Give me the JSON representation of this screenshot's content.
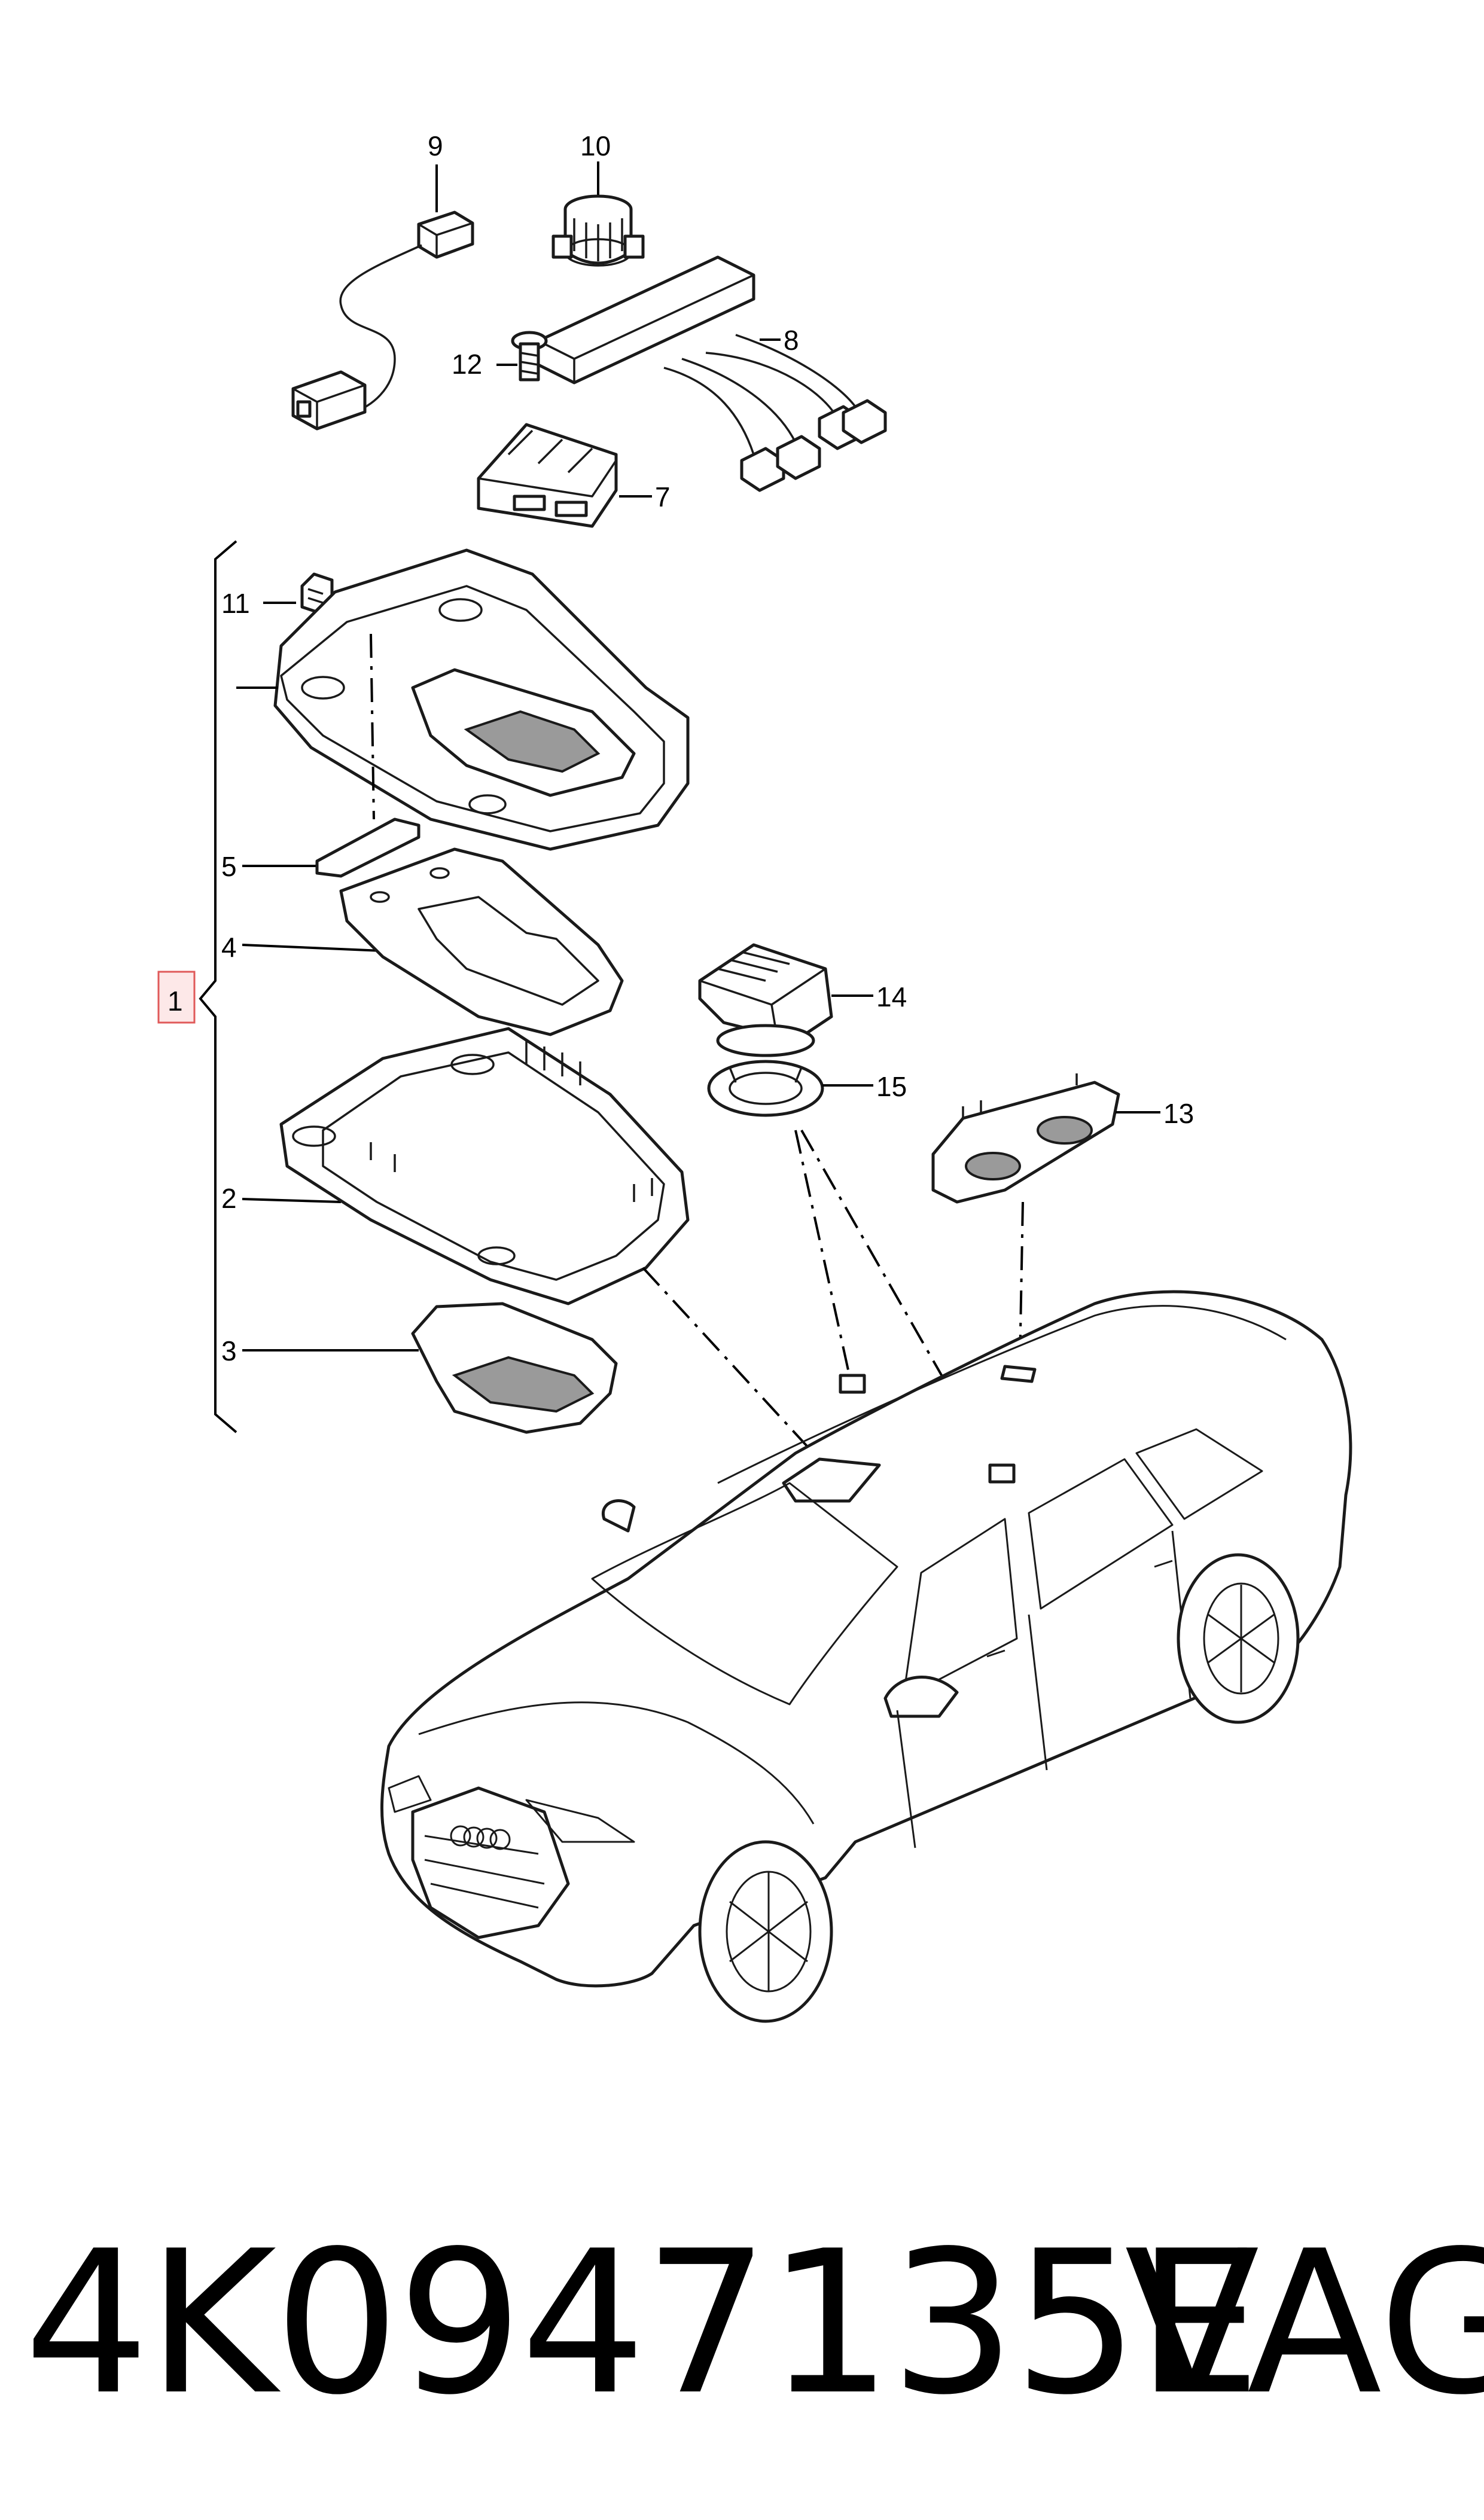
{
  "diagram": {
    "callouts": {
      "c1": "1",
      "c2": "2",
      "c3": "3",
      "c4": "4",
      "c5": "5",
      "c7": "7",
      "c8": "8",
      "c9": "9",
      "c10": "10",
      "c11": "11",
      "c12": "12",
      "c13": "13",
      "c14": "14",
      "c15": "15"
    },
    "highlight_color": "#e05a5a",
    "highlighted_callout": "1"
  },
  "footer": {
    "part_number": "4K0947135E",
    "brand": "VAG"
  }
}
